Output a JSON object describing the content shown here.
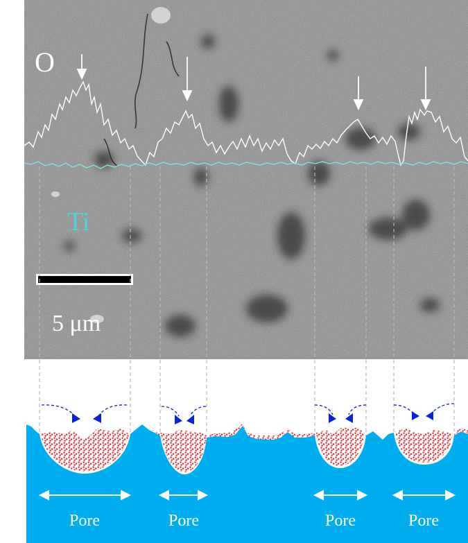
{
  "labels": {
    "element_o": "O",
    "element_ti": "Ti",
    "scale_bar": "5 μm",
    "pore": [
      "Pore",
      "Pore",
      "Pore",
      "Pore"
    ]
  },
  "colors": {
    "o_profile": "#ffffff",
    "ti_profile": "#7fe3e6",
    "substrate": "#00aeef",
    "deposit": "#e0282f",
    "flow_arrow": "#0a22d8",
    "guide_line": "#b8b8b8",
    "background": "#ffffff"
  },
  "icons": [
    "down-arrow-icon",
    "curved-arrow-icon",
    "double-headed-arrow-icon"
  ]
}
